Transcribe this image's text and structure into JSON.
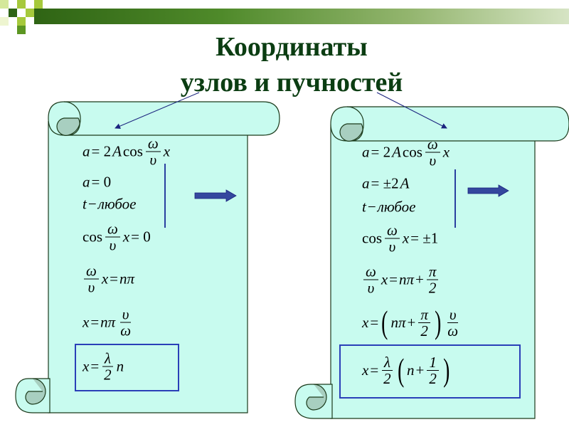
{
  "colors": {
    "scroll_fill": "#c8fbef",
    "scroll_curl": "#a8cfc0",
    "title": "#0b3d12",
    "accent_blue": "#2a3fb8",
    "arrow": "#3349a0"
  },
  "header": {
    "title_line1": "Координаты",
    "title_line2": "узлов и пучностей"
  },
  "left_scroll": {
    "formulas": [
      [
        {
          "t": "a",
          "i": true
        },
        {
          "t": " = 2"
        },
        {
          "t": "A",
          "i": true
        },
        {
          "t": "cos"
        },
        {
          "f": [
            "ω",
            "υ"
          ]
        },
        {
          "t": "x",
          "i": true
        }
      ],
      [
        {
          "t": "a",
          "i": true
        },
        {
          "t": " = 0"
        }
      ],
      [
        {
          "t": "t",
          "i": true
        },
        {
          "t": " − "
        },
        {
          "t": "любое",
          "i": true
        }
      ],
      [
        {
          "t": "cos"
        },
        {
          "f": [
            "ω",
            "υ"
          ]
        },
        {
          "t": "x",
          "i": true
        },
        {
          "t": " = 0"
        }
      ],
      [
        {
          "f": [
            "ω",
            "υ"
          ]
        },
        {
          "t": "x",
          "i": true
        },
        {
          "t": " = "
        },
        {
          "t": "nπ",
          "i": true
        }
      ],
      [
        {
          "t": "x",
          "i": true
        },
        {
          "t": " = "
        },
        {
          "t": "nπ",
          "i": true
        },
        {
          "f": [
            "υ",
            "ω"
          ]
        }
      ],
      [
        {
          "t": "x",
          "i": true
        },
        {
          "t": " = "
        },
        {
          "f": [
            "λ",
            "2"
          ]
        },
        {
          "t": "n",
          "i": true
        }
      ]
    ]
  },
  "right_scroll": {
    "formulas": [
      [
        {
          "t": "a",
          "i": true
        },
        {
          "t": " = 2"
        },
        {
          "t": "A",
          "i": true
        },
        {
          "t": "cos"
        },
        {
          "f": [
            "ω",
            "υ"
          ]
        },
        {
          "t": "x",
          "i": true
        }
      ],
      [
        {
          "t": "a",
          "i": true
        },
        {
          "t": " = ±2"
        },
        {
          "t": "A",
          "i": true
        }
      ],
      [
        {
          "t": "t",
          "i": true
        },
        {
          "t": " − "
        },
        {
          "t": "любое",
          "i": true
        }
      ],
      [
        {
          "t": "cos"
        },
        {
          "f": [
            "ω",
            "υ"
          ]
        },
        {
          "t": "x",
          "i": true
        },
        {
          "t": " = ±1"
        }
      ],
      [
        {
          "f": [
            "ω",
            "υ"
          ]
        },
        {
          "t": "x",
          "i": true
        },
        {
          "t": " = "
        },
        {
          "t": "nπ",
          "i": true
        },
        {
          "t": " + "
        },
        {
          "f": [
            "π",
            "2"
          ]
        }
      ],
      [
        {
          "t": "x",
          "i": true
        },
        {
          "t": " = "
        },
        {
          "p": "("
        },
        {
          "t": "nπ",
          "i": true
        },
        {
          "t": " + "
        },
        {
          "f": [
            "π",
            "2"
          ]
        },
        {
          "p": ")"
        },
        {
          "f": [
            "υ",
            "ω"
          ]
        }
      ],
      [
        {
          "t": "x",
          "i": true
        },
        {
          "t": " = "
        },
        {
          "f": [
            "λ",
            "2"
          ]
        },
        {
          "p": "("
        },
        {
          "t": "n",
          "i": true
        },
        {
          "t": " + "
        },
        {
          "f": [
            "1",
            "2"
          ]
        },
        {
          "p": ")"
        }
      ]
    ]
  }
}
